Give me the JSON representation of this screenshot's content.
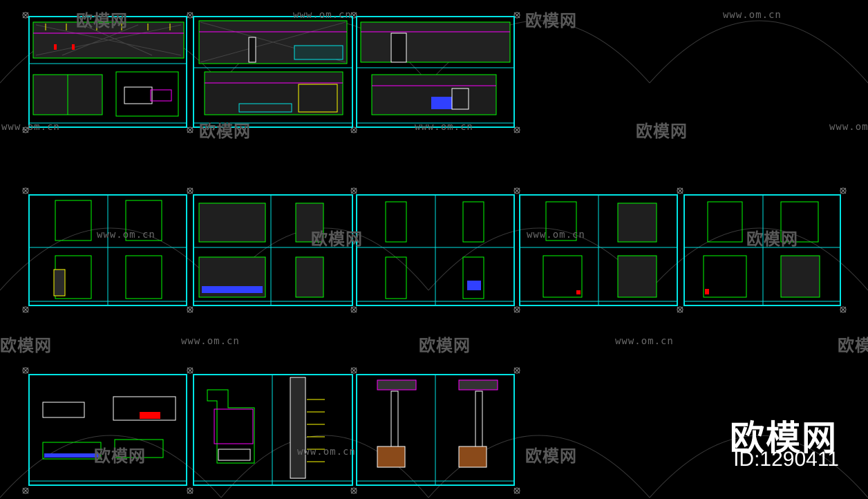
{
  "watermark": {
    "brand_cn": "欧模网",
    "url": "www.om.cn"
  },
  "brand": {
    "name": "欧模网",
    "id_text": "ID:1290411"
  },
  "colors": {
    "frame": "#00e5e5",
    "wall": "#00ff00",
    "dim": "#ffffff",
    "accent_magenta": "#ff00ff",
    "accent_yellow": "#ffff00",
    "accent_red": "#ff0000",
    "accent_blue": "#3040ff",
    "watermark": "#5a5a5a"
  },
  "sheets": [
    {
      "id": "r1-s1",
      "kind": "elevation-set"
    },
    {
      "id": "r1-s2",
      "kind": "elevation-set"
    },
    {
      "id": "r1-s3",
      "kind": "elevation-set"
    },
    {
      "id": "r2-s1",
      "kind": "quad-elevation"
    },
    {
      "id": "r2-s2",
      "kind": "quad-elevation"
    },
    {
      "id": "r2-s3",
      "kind": "quad-elevation"
    },
    {
      "id": "r2-s4",
      "kind": "quad-elevation"
    },
    {
      "id": "r2-s5",
      "kind": "quad-elevation"
    },
    {
      "id": "r3-s1",
      "kind": "detail"
    },
    {
      "id": "r3-s2",
      "kind": "section-detail"
    },
    {
      "id": "r3-s3",
      "kind": "section-detail"
    }
  ]
}
